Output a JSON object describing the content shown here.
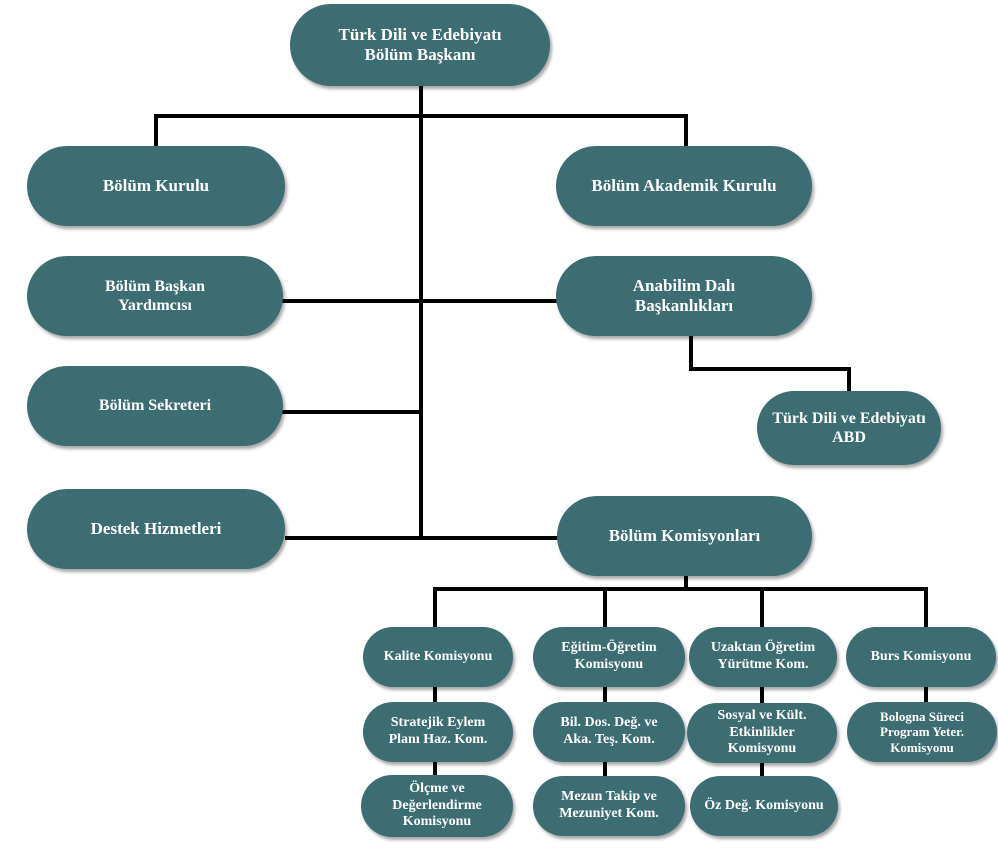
{
  "colors": {
    "node_fill": "#3c6d73",
    "node_text": "#ffffff",
    "connector": "#000000"
  },
  "nodes": {
    "head": "Türk Dili ve Edebiyatı\nBölüm Başkanı",
    "bolum_kurulu": "Bölüm  Kurulu",
    "akademik_kurul": "Bölüm  Akademik  Kurulu",
    "baskan_yardimcisi": "Bölüm  Başkan\nYardımcısı",
    "anabilim_dali": "Anabilim  Dalı\nBaşkanlıkları",
    "sekreter": "Bölüm  Sekreteri",
    "tde_abd": "Türk Dili ve Edebiyatı\nABD",
    "destek": "Destek  Hizmetleri",
    "komisyonlar": "Bölüm  Komisyonları",
    "kalite": "Kalite Komisyonu",
    "egitim": "Eğitim-Öğretim\nKomisyonu",
    "uzaktan": "Uzaktan Öğretim\nYürütme Kom.",
    "burs": "Burs Komisyonu",
    "stratejik": "Stratejik Eylem\nPlanı Haz. Kom.",
    "bil_dos": "Bil. Dos. Değ. ve\nAka. Teş. Kom.",
    "sosyal": "Sosyal ve Kült.\nEtkinlikler\nKomisyonu",
    "bologna": "Bologna Süreci\nProgram Yeter.\nKomisyonu",
    "olcme": "Ölçme ve\nDeğerlendirme\nKomisyonu",
    "mezun": "Mezun Takip ve\nMezuniyet Kom.",
    "oz_deg": "Öz Değ. Komisyonu"
  }
}
